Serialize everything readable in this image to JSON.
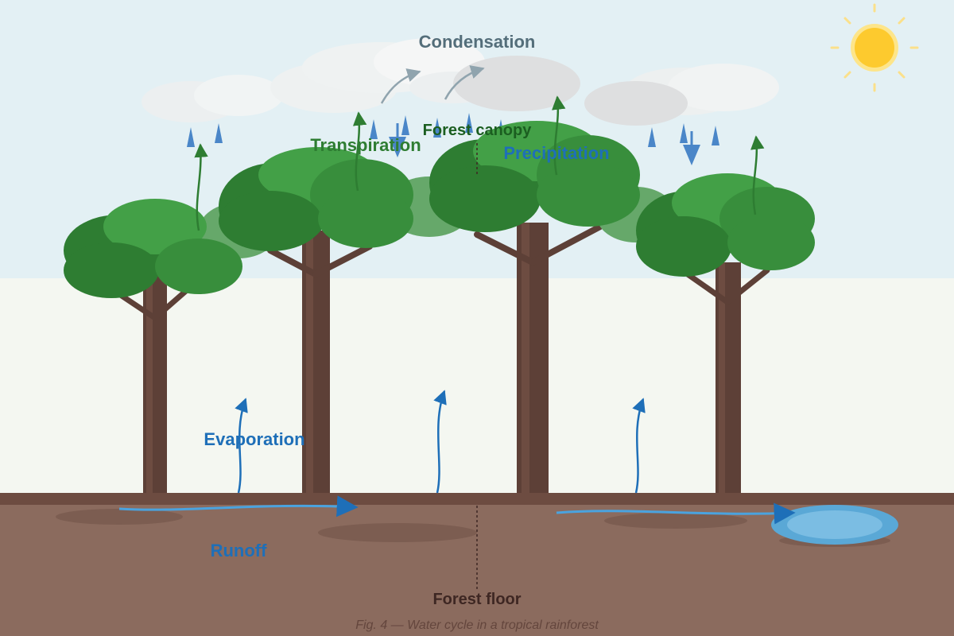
{
  "labels": {
    "condensation": "Condensation",
    "transpiration": "Transpiration",
    "forest_canopy": "Forest canopy",
    "precipitation": "Precipitation",
    "evaporation": "Evaporation",
    "runoff": "Runoff",
    "forest_floor": "Forest floor"
  },
  "caption": "Fig. 4 — Water cycle in a tropical rainforest",
  "colors": {
    "sky": "#e3f0f4",
    "understory": "#f4f7f1",
    "soil": "#8b6b5e",
    "soil_top": "#6d4c41",
    "trunk": "#5d4037",
    "leaf_dark": "#2e7d32",
    "leaf_mid": "#388e3c",
    "leaf_light": "#43a047",
    "water": "#1565c0",
    "rain": "#4a86c8",
    "pond": "#5aa8d6",
    "sun": "#fdca2e",
    "cloud": "#f0f3f3",
    "cloud_dark": "#dedfe0",
    "label_gray": "#546e7a",
    "label_green": "#2e7d32",
    "label_blue": "#1e6fb8",
    "label_brown": "#3e2723"
  },
  "icons": [
    "sun-icon",
    "cloud-icon",
    "raindrop-icon",
    "tree-icon",
    "arrow-icon",
    "pond-icon"
  ]
}
